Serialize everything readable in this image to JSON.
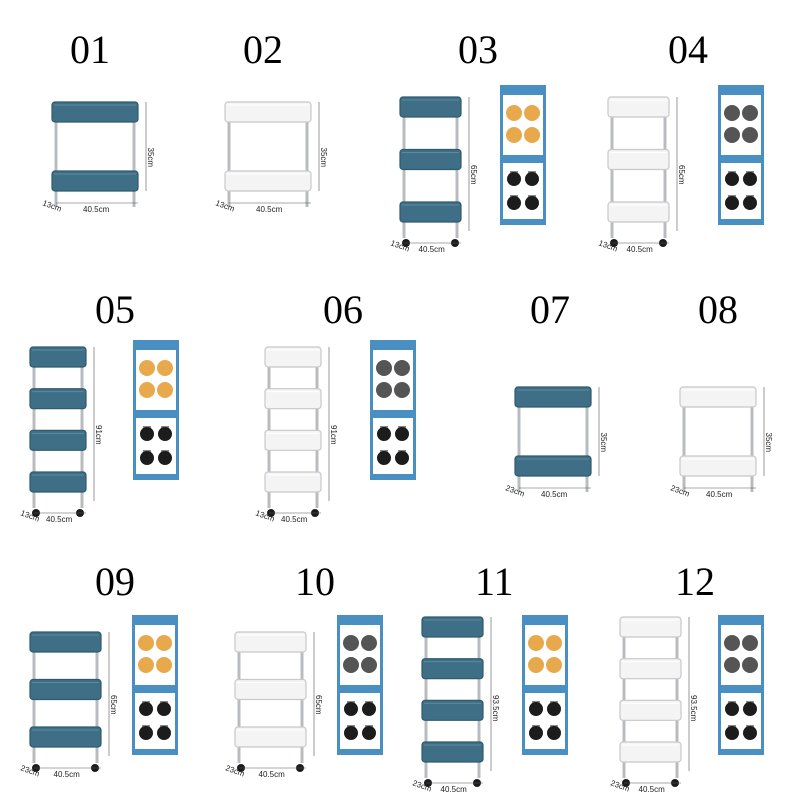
{
  "colors": {
    "blue": "#3f6f86",
    "blue_dark": "#2f5a6e",
    "white": "#f4f4f4",
    "white_edge": "#c8c8c8",
    "pole": "#b8bcc0",
    "panel": "#4a8fc2",
    "panel_inner": "#ffffff",
    "caster_gold": "#e8a94c",
    "caster_gray": "#555555",
    "wheel": "#1c1c1c"
  },
  "products": [
    {
      "label": "01",
      "color": "blue",
      "tiers": 2,
      "wheels": false,
      "height": "35cm",
      "width": "40.5cm",
      "depth": "13cm",
      "panel": null
    },
    {
      "label": "02",
      "color": "white",
      "tiers": 2,
      "wheels": false,
      "height": "35cm",
      "width": "40.5cm",
      "depth": "13cm",
      "panel": null
    },
    {
      "label": "03",
      "color": "blue",
      "tiers": 3,
      "wheels": true,
      "height": "65cm",
      "width": "40.5cm",
      "depth": "13cm",
      "panel": "gold"
    },
    {
      "label": "04",
      "color": "white",
      "tiers": 3,
      "wheels": true,
      "height": "65cm",
      "width": "40.5cm",
      "depth": "13cm",
      "panel": "gray"
    },
    {
      "label": "05",
      "color": "blue",
      "tiers": 4,
      "wheels": true,
      "height": "91cm",
      "width": "40.5cm",
      "depth": "13cm",
      "panel": "gold"
    },
    {
      "label": "06",
      "color": "white",
      "tiers": 4,
      "wheels": true,
      "height": "91cm",
      "width": "40.5cm",
      "depth": "13cm",
      "panel": "gray"
    },
    {
      "label": "07",
      "color": "blue",
      "tiers": 2,
      "wheels": false,
      "height": "35cm",
      "width": "40.5cm",
      "depth": "23cm",
      "panel": null
    },
    {
      "label": "08",
      "color": "white",
      "tiers": 2,
      "wheels": false,
      "height": "35cm",
      "width": "40.5cm",
      "depth": "23cm",
      "panel": null
    },
    {
      "label": "09",
      "color": "blue",
      "tiers": 3,
      "wheels": true,
      "height": "65cm",
      "width": "40.5cm",
      "depth": "23cm",
      "panel": "gold"
    },
    {
      "label": "10",
      "color": "white",
      "tiers": 3,
      "wheels": true,
      "height": "65cm",
      "width": "40.5cm",
      "depth": "23cm",
      "panel": "gray"
    },
    {
      "label": "11",
      "color": "blue",
      "tiers": 4,
      "wheels": true,
      "height": "93.5cm",
      "width": "40.5cm",
      "depth": "23cm",
      "panel": "gold"
    },
    {
      "label": "12",
      "color": "white",
      "tiers": 4,
      "wheels": true,
      "height": "93.5cm",
      "width": "40.5cm",
      "depth": "23cm",
      "panel": "gray"
    }
  ]
}
